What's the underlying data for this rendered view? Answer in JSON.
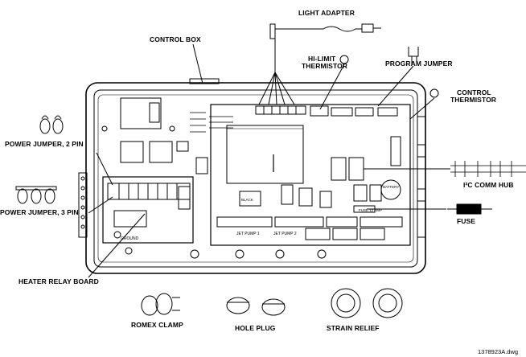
{
  "labels": {
    "light_adapter": "LIGHT ADAPTER",
    "control_box": "CONTROL BOX",
    "hi_limit_thermistor_l1": "HI-LIMIT",
    "hi_limit_thermistor_l2": "THERMISTOR",
    "program_jumper": "PROGRAM JUMPER",
    "control_thermistor_l1": "CONTROL",
    "control_thermistor_l2": "THERMISTOR",
    "power_jumper_2pin": "POWER JUMPER, 2 PIN",
    "power_jumper_3pin": "POWER JUMPER, 3 PIN",
    "i2c_comm_hub": "I²C COMM HUB",
    "fuse": "FUSE",
    "heater_relay_board": "HEATER RELAY BOARD",
    "romex_clamp": "ROMEX CLAMP",
    "hole_plug": "HOLE PLUG",
    "strain_relief": "STRAIN RELIEF"
  },
  "board_text": {
    "jet_pump_1": "JET PUMP 1",
    "jet_pump_2": "JET PUMP 2",
    "battery": "BATTERY",
    "fuse_rating": "FUSE 12 AMP",
    "black": "BLACK",
    "ground": "GROUND"
  },
  "drawing_number": "1378923A.dwg"
}
